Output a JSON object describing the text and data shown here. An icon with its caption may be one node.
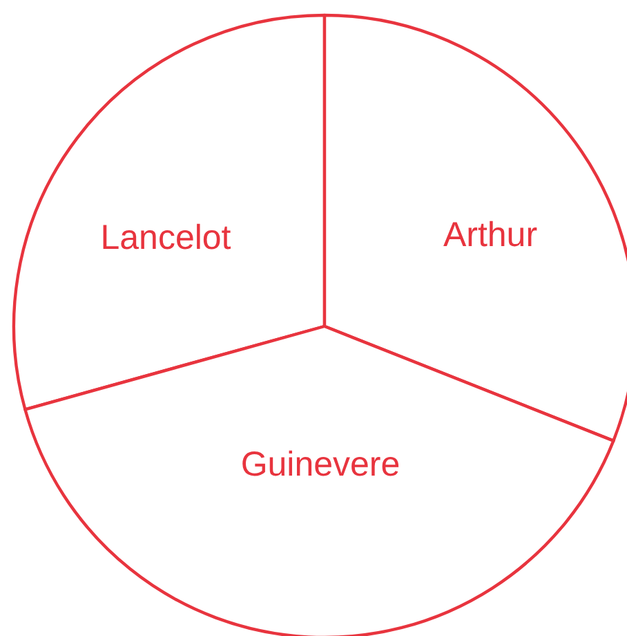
{
  "diagram": {
    "nodes": [
      {
        "text": [
          "Lancelot"
        ]
      },
      {
        "text": [
          "Arthur"
        ]
      },
      {
        "text": [
          "Guinevere"
        ]
      }
    ]
  }
}
